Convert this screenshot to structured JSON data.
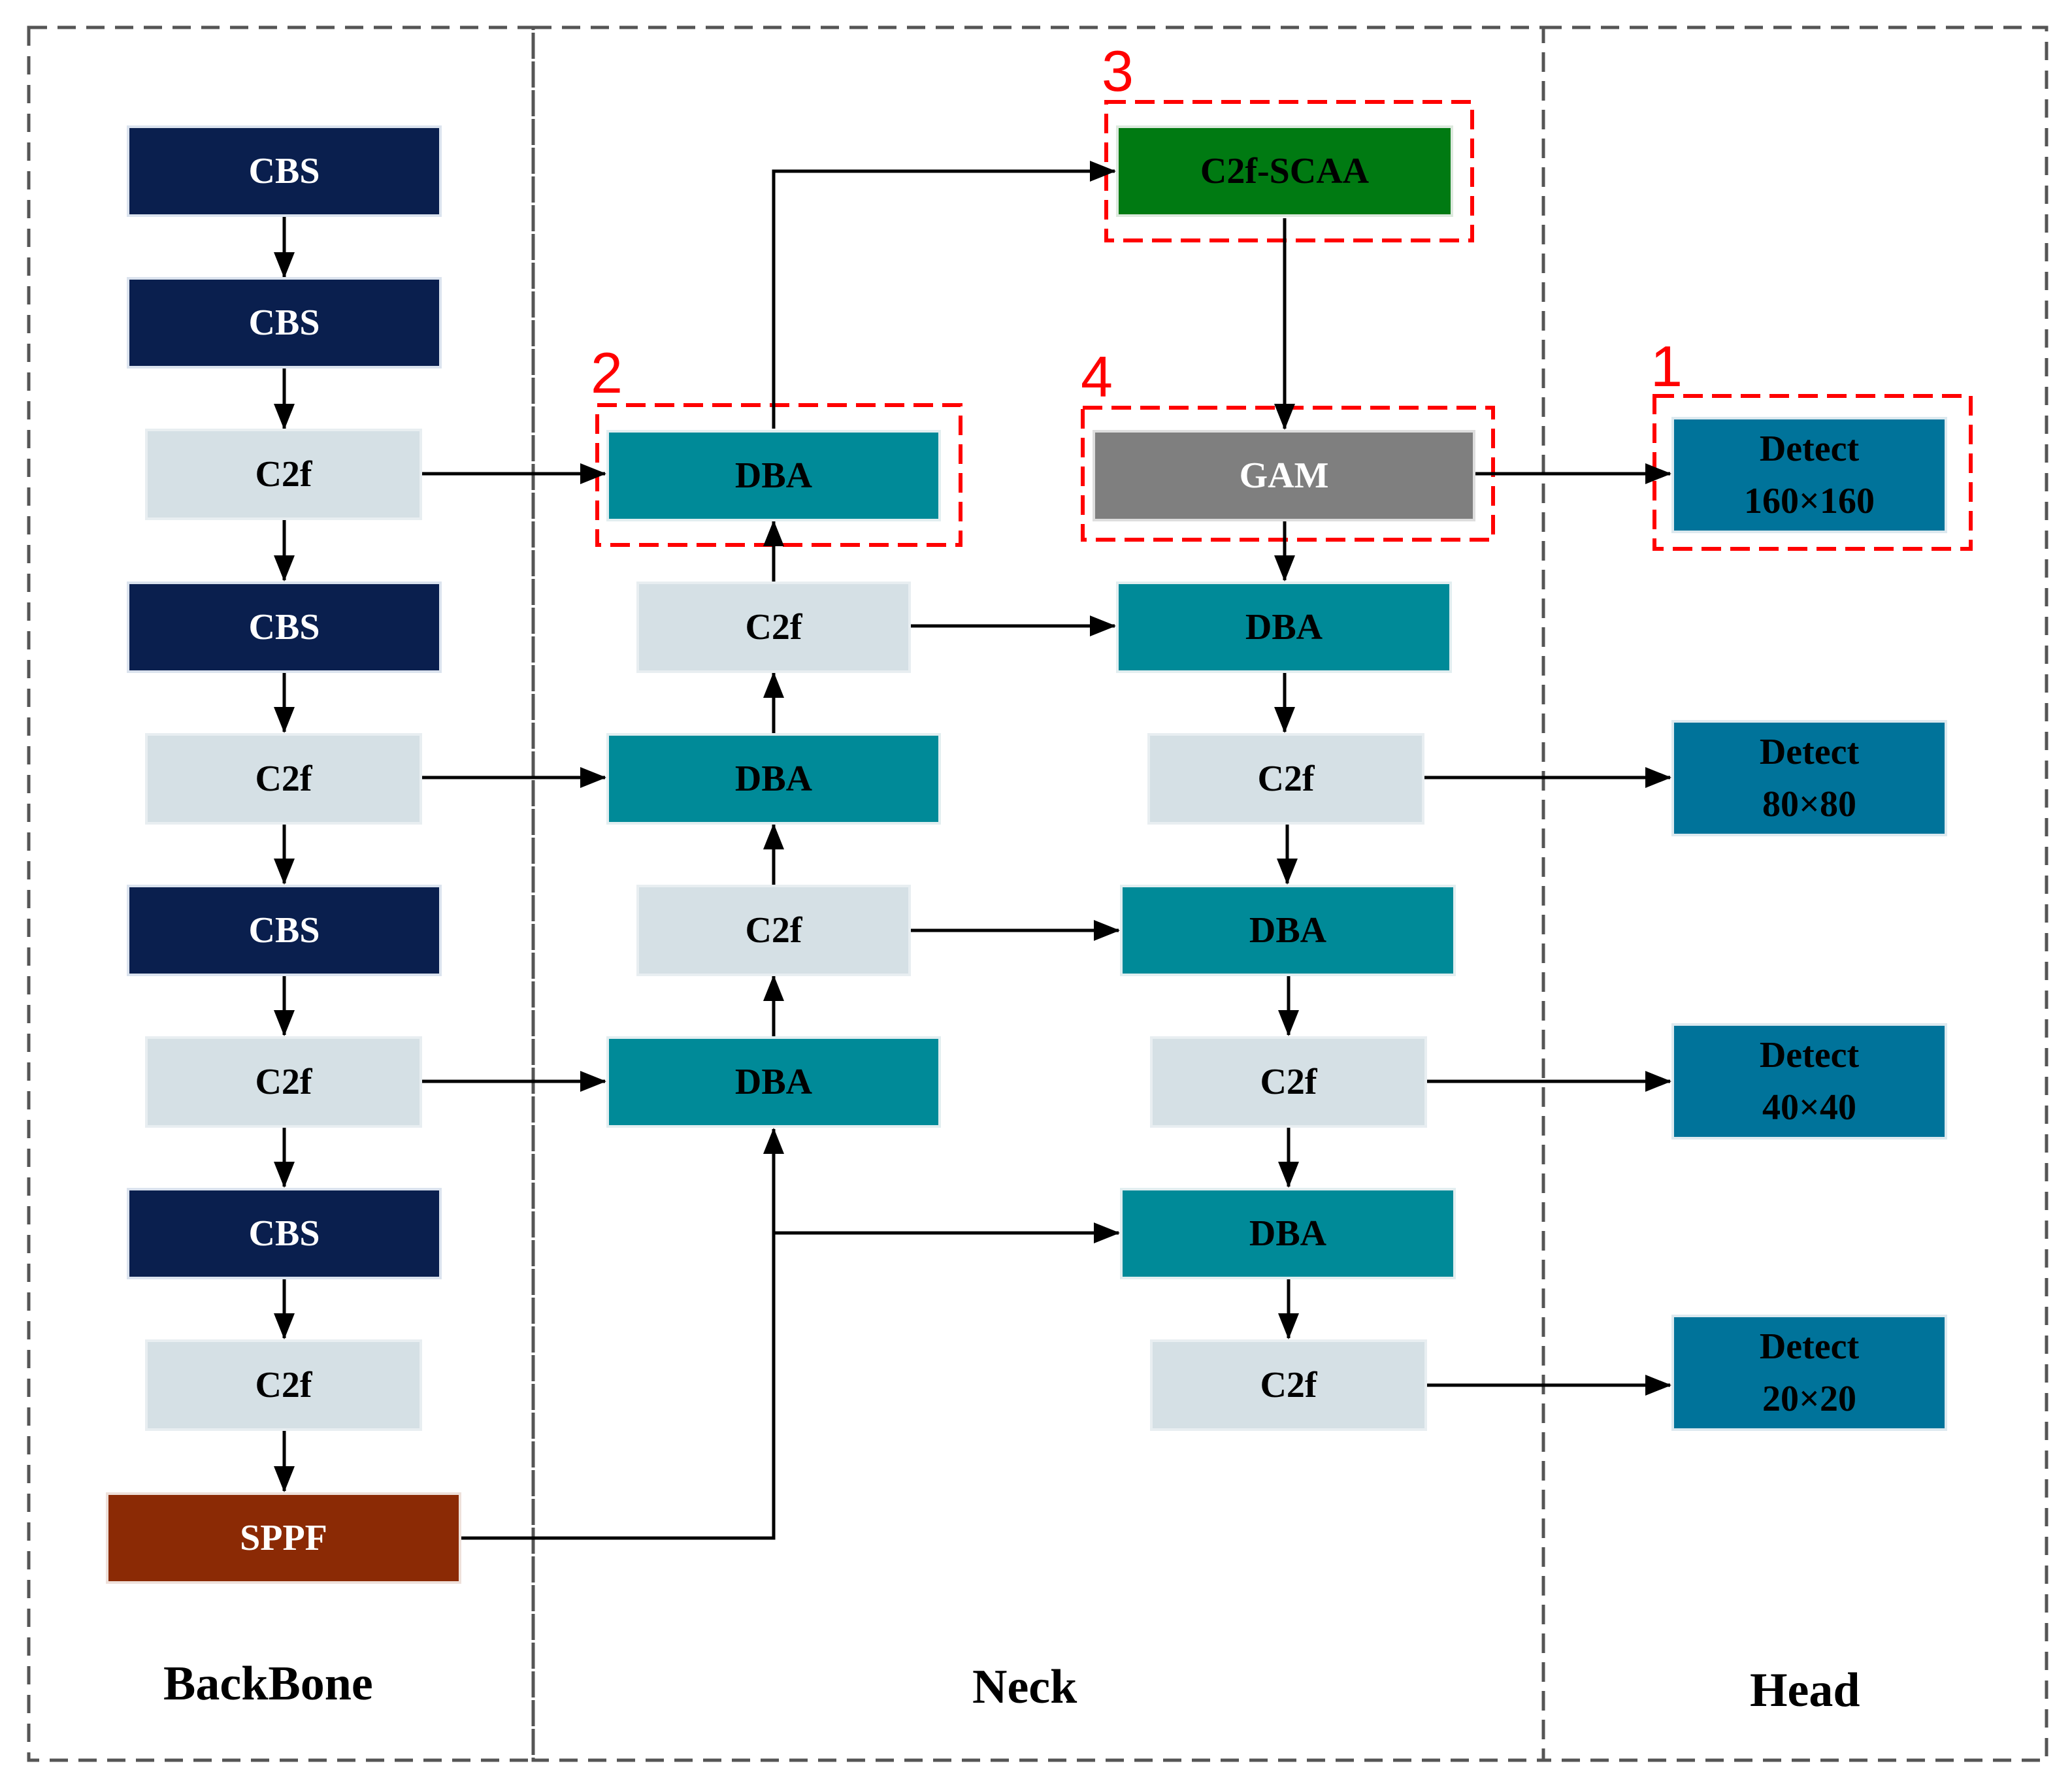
{
  "sections": {
    "backbone": "BackBone",
    "neck": "Neck",
    "head": "Head"
  },
  "backbone": {
    "blocks": [
      "CBS",
      "CBS",
      "C2f",
      "CBS",
      "C2f",
      "CBS",
      "C2f",
      "CBS",
      "C2f",
      "SPPF"
    ]
  },
  "neck": {
    "up_column": [
      "DBA",
      "C2f",
      "DBA",
      "C2f",
      "DBA"
    ],
    "scaa": "C2f-SCAA",
    "gam": "GAM",
    "down_column": [
      "DBA",
      "C2f",
      "DBA",
      "C2f",
      "DBA",
      "C2f"
    ]
  },
  "head": {
    "detects": [
      {
        "line1": "Detect",
        "line2": "160×160"
      },
      {
        "line1": "Detect",
        "line2": "80×80"
      },
      {
        "line1": "Detect",
        "line2": "40×40"
      },
      {
        "line1": "Detect",
        "line2": "20×20"
      }
    ]
  },
  "markers": [
    "1",
    "2",
    "3",
    "4"
  ],
  "colors": {
    "cbs": "#0a1f4e",
    "c2f": "#d5e0e5",
    "dba": "#008a98",
    "gam": "#7f7f7f",
    "scaa": "#007a12",
    "sppf": "#8b2a05",
    "detect": "#00739a",
    "highlight": "#ff0000"
  }
}
